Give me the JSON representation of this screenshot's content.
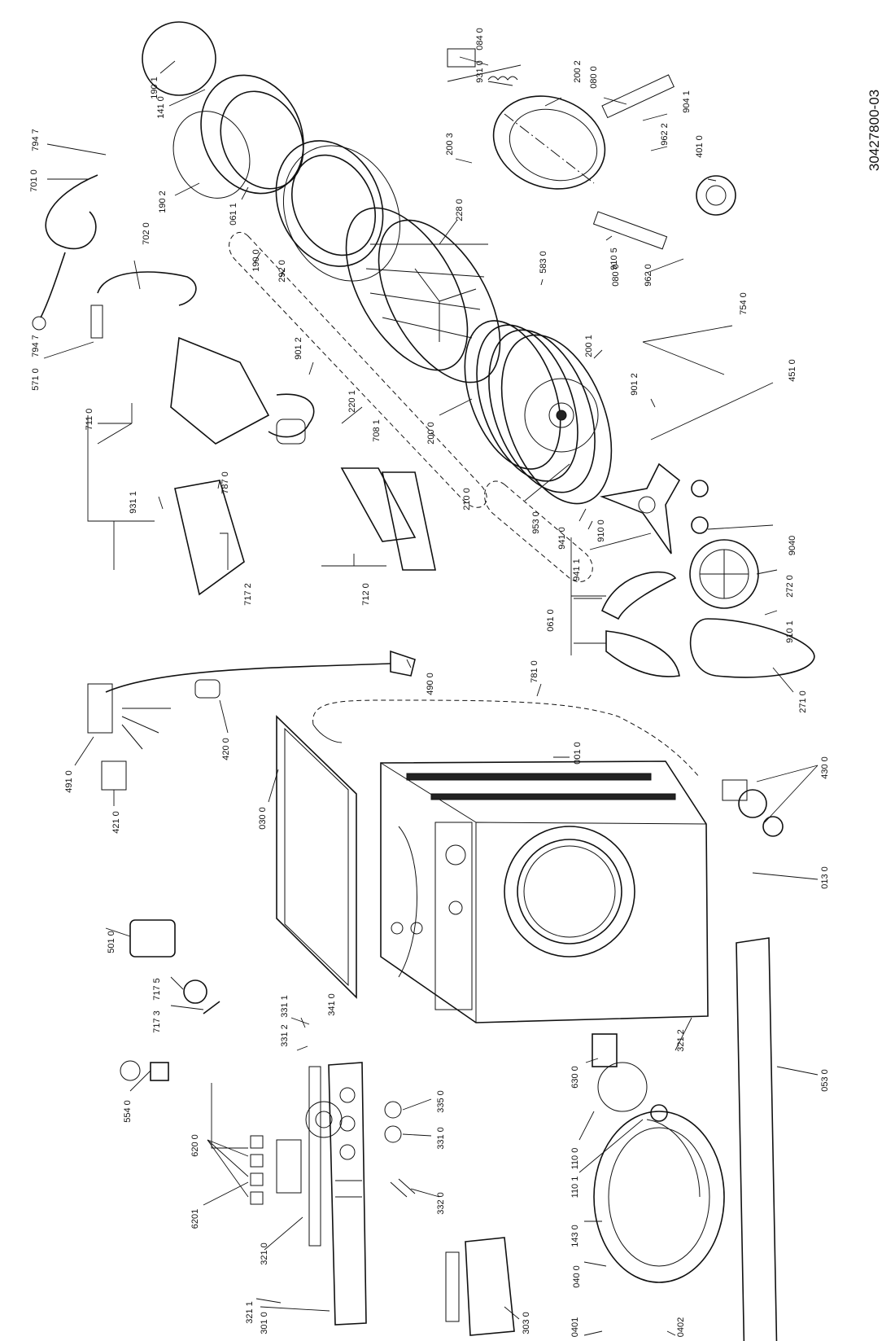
{
  "document_number": "30427800-03",
  "labels": {
    "l0840": "084 0",
    "l9310": "931 0",
    "l2002": "200 2",
    "l0800a": "080 0",
    "l9041": "904 1",
    "l9622": "962 2",
    "l4010": "401 0",
    "l2003": "200 3",
    "l1901": "190 1",
    "l1410": "141 0",
    "l7947a": "794 7",
    "l7010": "701 0",
    "l1902": "190 2",
    "l0611": "061 1",
    "l7020": "702 0",
    "l1900": "190 0",
    "l2920": "292 0",
    "l2280": "228 0",
    "l5830": "583 0",
    "l9105": "910 5",
    "l0800b": "080 0",
    "l9620": "962 0",
    "l7540": "754 0",
    "l2001": "200 1",
    "l9012a": "901 2",
    "l9012b": "901 2",
    "l4510": "451 0",
    "l7947b": "794 7",
    "l5710": "571 0",
    "l7110": "711 0",
    "l2201": "220 1",
    "l7081": "708 1",
    "l2000": "200 0",
    "l9311": "931 1",
    "l7870": "787 0",
    "l2100": "210 0",
    "l9530": "953 0",
    "l9410": "941 0",
    "l9100": "910 0",
    "l9411": "941 1",
    "l9040": "9040",
    "l7172": "717 2",
    "l7120": "712 0",
    "l0610": "061 0",
    "l2720": "272 0",
    "l9101": "910 1",
    "l4900": "490 0",
    "l7810": "781 0",
    "l2710": "271 0",
    "l4910": "491 0",
    "l4200": "420 0",
    "l0010": "001 0",
    "l4210": "421 0",
    "l0300": "030 0",
    "l4300": "430 0",
    "l0130": "013 0",
    "l5010": "501 0",
    "l7175": "717 5",
    "l7173": "717 3",
    "l0530": "053 0",
    "l3411": "331 1",
    "l3410": "341 0",
    "l3312": "331 2",
    "l3212": "321 2",
    "l5540": "554 0",
    "l6300": "630 0",
    "l3350": "335 0",
    "l3310": "331 0",
    "l6200": "620 0",
    "l1100": "110 0",
    "l1101": "110 1",
    "l6201": "6201",
    "l3320": "332 0",
    "l3210": "321 0",
    "l1430": "143 0",
    "l3211": "321 1",
    "l0400": "040 0",
    "l3010": "301 0",
    "l3030": "303 0",
    "l0401": "0401",
    "l0402": "0402"
  }
}
